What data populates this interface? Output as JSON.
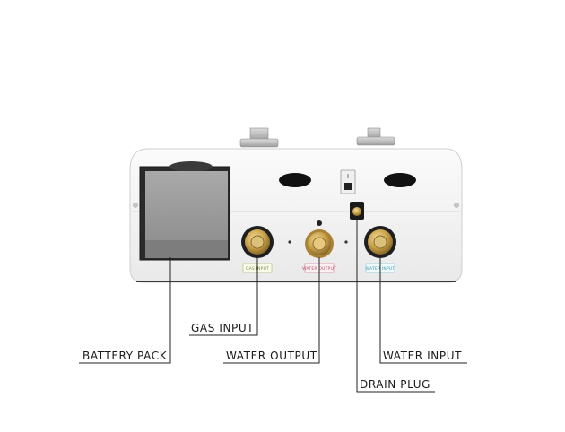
{
  "labels": {
    "gas_input": "GAS INPUT",
    "battery_pack": "BATTERY PACK",
    "water_output": "WATER OUTPUT",
    "water_input": "WATER INPUT",
    "drain_plug": "DRAIN PLUG"
  },
  "port_tags": {
    "gas": "GAS INPUT",
    "water_out": "WATER OUTPUT",
    "water_in": "WATER INPUT"
  },
  "colors": {
    "body": "#f5f5f5",
    "battery": "#8f8f8f",
    "brass": "#c9a14a",
    "gas_tag": "#b9c98a",
    "water_out_tag": "#e58fa7",
    "water_in_tag": "#8fd3e3",
    "leader_line": "#222222"
  }
}
